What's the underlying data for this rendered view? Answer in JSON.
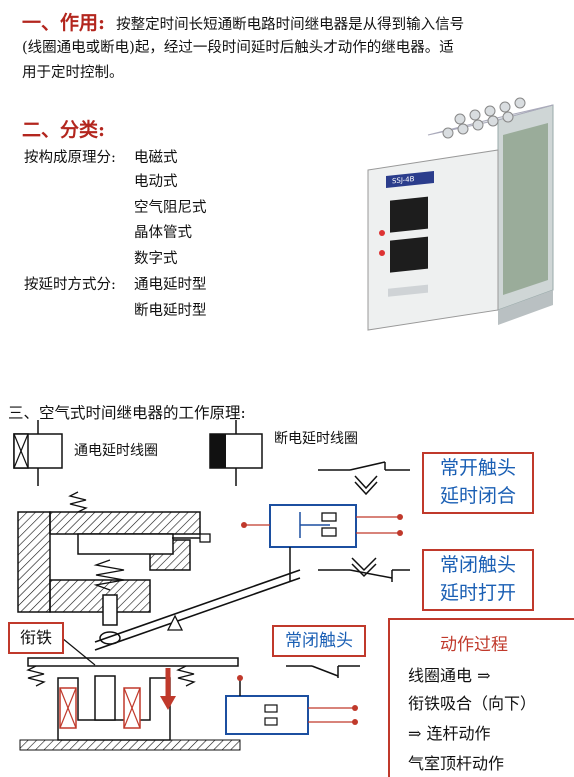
{
  "section1": {
    "heading_num": "一、",
    "heading": "作用:",
    "text_line1": "按整定时间长短通断电路时间继电器是从得到输入信号",
    "text_line2": "(线圈通电或断电)起，经过一段时间延时后触头才动作的继电器。适",
    "text_line3": "用于定时控制。"
  },
  "section2": {
    "heading_num": "二、",
    "heading": "分类:",
    "by_principle_label": "按构成原理分:",
    "by_principle": [
      "电磁式",
      "电动式",
      "空气阻尼式",
      "晶体管式",
      "数字式"
    ],
    "by_delay_label": "按延时方式分:",
    "by_delay": [
      "通电延时型",
      "断电延时型"
    ]
  },
  "relay_photo": {
    "label": "SSJ-4B"
  },
  "section3": {
    "heading": "三、空气式时间继电器的工作原理:",
    "coil_on_delay": "通电延时线圈",
    "coil_off_delay": "断电延时线圈",
    "no_contact_line1": "常开触头",
    "no_contact_line2": "延时闭合",
    "nc_contact_line1": "常闭触头",
    "nc_contact_line2": "延时打开",
    "armature": "衔铁",
    "nc_contact": "常闭触头",
    "process": {
      "title": "动作过程",
      "line1": "线圈通电  ⇒",
      "line2": "衔铁吸合（向下）",
      "line3": "⇒    连杆动作",
      "line4": "气室顶杆动作"
    }
  },
  "colors": {
    "heading_red": "#b3261e",
    "box_border": "#c0392b",
    "box_text": "#1a5fb4",
    "contact_blue": "#1c4fa0",
    "contact_red": "#c0392b"
  }
}
